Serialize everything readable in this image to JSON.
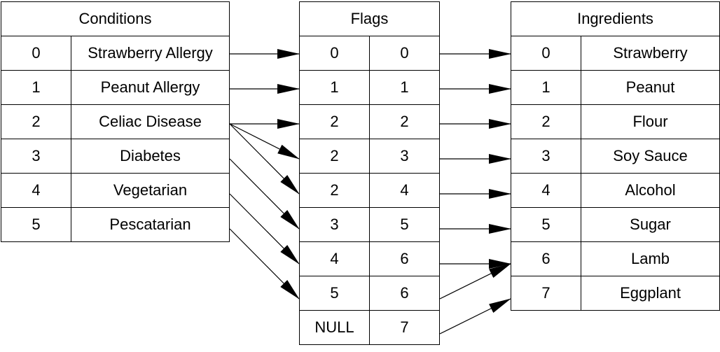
{
  "conditions": {
    "title": "Conditions",
    "rows": [
      {
        "id": "0",
        "name": "Strawberry Allergy"
      },
      {
        "id": "1",
        "name": "Peanut Allergy"
      },
      {
        "id": "2",
        "name": "Celiac Disease"
      },
      {
        "id": "3",
        "name": "Diabetes"
      },
      {
        "id": "4",
        "name": "Vegetarian"
      },
      {
        "id": "5",
        "name": "Pescatarian"
      }
    ]
  },
  "flags": {
    "title": "Flags",
    "rows": [
      {
        "condition": "0",
        "ingredient": "0"
      },
      {
        "condition": "1",
        "ingredient": "1"
      },
      {
        "condition": "2",
        "ingredient": "2"
      },
      {
        "condition": "2",
        "ingredient": "3"
      },
      {
        "condition": "2",
        "ingredient": "4"
      },
      {
        "condition": "3",
        "ingredient": "5"
      },
      {
        "condition": "4",
        "ingredient": "6"
      },
      {
        "condition": "5",
        "ingredient": "6"
      },
      {
        "condition": "NULL",
        "ingredient": "7"
      }
    ]
  },
  "ingredients": {
    "title": "Ingredients",
    "rows": [
      {
        "id": "0",
        "name": "Strawberry"
      },
      {
        "id": "1",
        "name": "Peanut"
      },
      {
        "id": "2",
        "name": "Flour"
      },
      {
        "id": "3",
        "name": "Soy Sauce"
      },
      {
        "id": "4",
        "name": "Alcohol"
      },
      {
        "id": "5",
        "name": "Sugar"
      },
      {
        "id": "6",
        "name": "Lamb"
      },
      {
        "id": "7",
        "name": "Eggplant"
      }
    ]
  },
  "links": {
    "condition_to_flag": [
      [
        0,
        0
      ],
      [
        1,
        1
      ],
      [
        2,
        2
      ],
      [
        2,
        3
      ],
      [
        2,
        4
      ],
      [
        3,
        5
      ],
      [
        4,
        6
      ],
      [
        5,
        7
      ]
    ],
    "flag_to_ingredient": [
      [
        0,
        0
      ],
      [
        1,
        1
      ],
      [
        2,
        2
      ],
      [
        3,
        3
      ],
      [
        4,
        4
      ],
      [
        5,
        5
      ],
      [
        6,
        6
      ],
      [
        7,
        6
      ],
      [
        8,
        7
      ]
    ]
  }
}
